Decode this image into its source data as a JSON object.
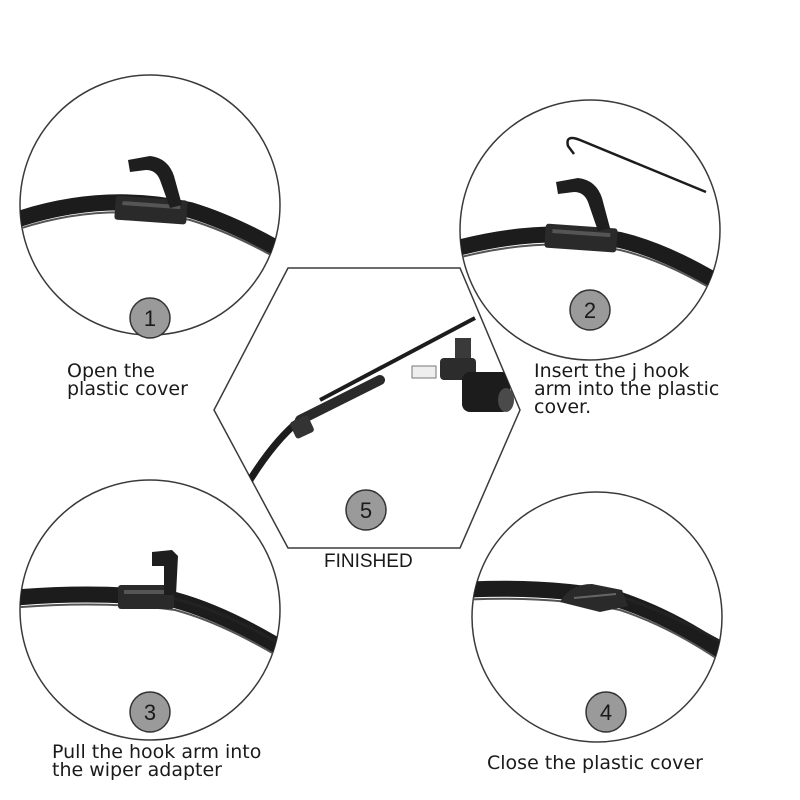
{
  "steps": [
    {
      "number": "1",
      "lines": [
        "Open the",
        "plastic cover"
      ]
    },
    {
      "number": "2",
      "lines": [
        "Insert the j hook",
        "arm into the plastic",
        "cover."
      ]
    },
    {
      "number": "3",
      "lines": [
        "Pull the hook arm into",
        "the wiper adapter"
      ]
    },
    {
      "number": "4",
      "lines": [
        "Close the plastic cover"
      ]
    },
    {
      "number": "5",
      "lines": [
        "FINISHED"
      ]
    }
  ],
  "colors": {
    "outline": "#3a3a3a",
    "blade": "#1c1c1c",
    "badge": "#9a9a9a",
    "background": "#ffffff"
  },
  "icons": [
    "wiper-blade-icon",
    "plastic-cover-icon",
    "j-hook-arm-icon",
    "wiper-motor-icon"
  ]
}
